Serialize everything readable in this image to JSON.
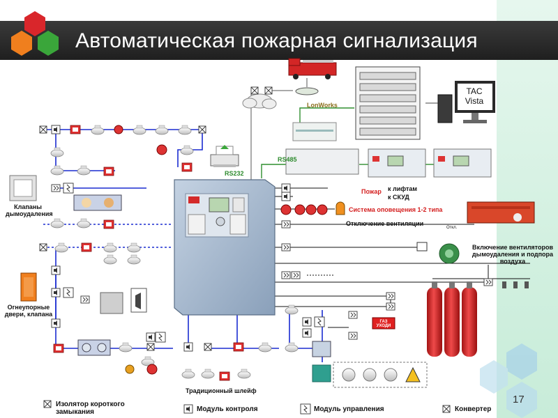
{
  "slide": {
    "title": "Автоматическая пожарная сигнализация",
    "page_number": "17"
  },
  "pc": {
    "line1": "TAC",
    "line2": "Vista"
  },
  "labels": {
    "lonworks": "LonWorks",
    "rs485": "RS485",
    "rs232": "RS232",
    "valves": "Клапаны дымоудаления",
    "fire_doors": "Огнеупорные двери, клапана",
    "fire": "Пожар",
    "to_lifts": "к лифтам",
    "to_skud": "к СКУД",
    "warning_system": "Система оповещения 1-2 типа",
    "vent_off": "Отключение вентиляции",
    "fans_on": "Включение вентиляторов дымоудаления и подпора воздуха",
    "gas_sign": "ГАЗ УХОДИ",
    "traditional_loop": "Традиционный шлейф",
    "ventilation_unit": "Откл."
  },
  "legend": [
    {
      "icon": "isolator-icon",
      "text": "Изолятор короткого замыкания"
    },
    {
      "icon": "monitor-module-icon",
      "text": "Модуль контроля"
    },
    {
      "icon": "control-module-icon",
      "text": "Модуль управления"
    },
    {
      "icon": "converter-icon",
      "text": "Конвертер"
    }
  ],
  "colors": {
    "title_bar": "#2a2a2a",
    "hex_red": "#d9262b",
    "hex_orange": "#f07f1e",
    "hex_green": "#3aa63a",
    "loop_line": "#1a2bd1",
    "bus_green": "#2f8f2f",
    "panel": "#9fb2c8",
    "cylinder": "#d82a2a"
  }
}
